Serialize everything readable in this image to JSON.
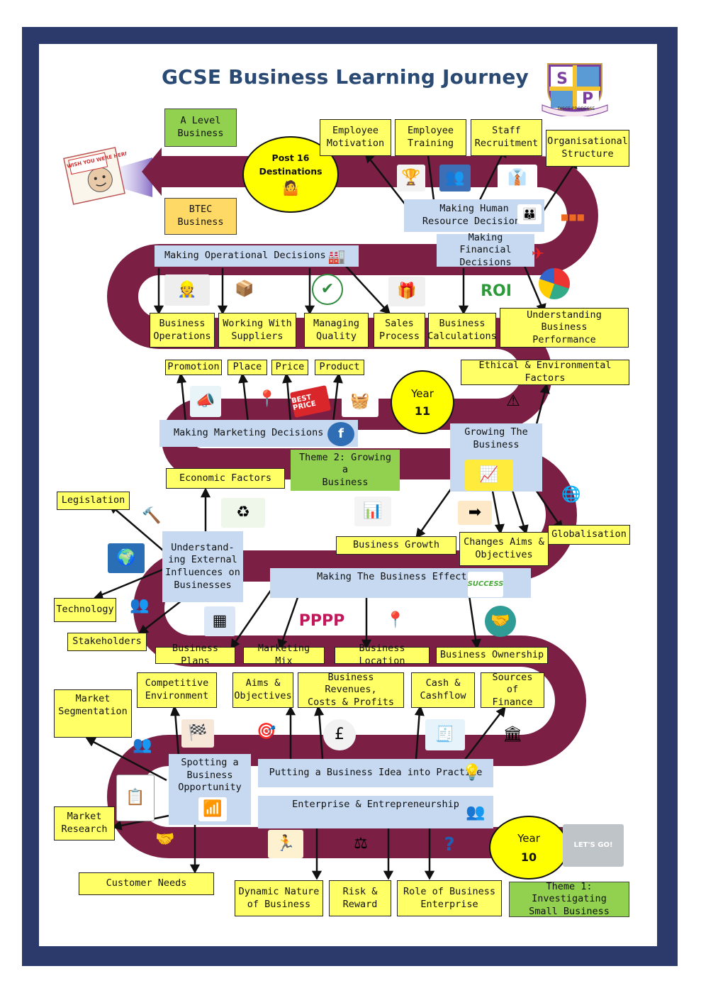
{
  "title": "GCSE Business Learning Journey",
  "logo": {
    "letters": [
      "S",
      "P"
    ],
    "motto": "DISCE PRODESSE"
  },
  "postcard": {
    "text": "WISH YOU WERE HERE"
  },
  "circles": {
    "post16": {
      "line1": "Post 16",
      "line2": "Destinations"
    },
    "year11": {
      "line1": "Year",
      "line2": "11"
    },
    "year10": {
      "line1": "Year",
      "line2": "10"
    }
  },
  "destinations": {
    "a_level": "A Level\nBusiness",
    "btec": "BTEC\nBusiness"
  },
  "themes": {
    "theme1": "Theme 1: Investigating\nSmall Business",
    "theme2": "Theme 2: Growing a\nBusiness"
  },
  "sections": {
    "hr": "Making Human\nResource Decisions",
    "financial": "Making Financial\nDecisions",
    "operational": "Making Operational Decisions",
    "marketing": "Making Marketing Decisions",
    "growing": "Growing The\nBusiness",
    "external": "Understand-\ning External\nInfluences on\nBusinesses",
    "effective": "Making The Business Effective",
    "spotting": "Spotting a\nBusiness\nOpportunity",
    "putting": "Putting a Business Idea into Practice",
    "enterprise": "Enterprise & Entrepreneurship"
  },
  "topics": {
    "employee_motivation": "Employee\nMotivation",
    "employee_training": "Employee\nTraining",
    "staff_recruitment": "Staff\nRecruitment",
    "organisational_structure": "Organisational\nStructure",
    "business_operations": "Business\nOperations",
    "working_with_suppliers": "Working With\nSuppliers",
    "managing_quality": "Managing\nQuality",
    "sales_process": "Sales\nProcess",
    "business_calculations": "Business\nCalculations",
    "understanding_performance": "Understanding Business\nPerformance",
    "promotion": "Promotion",
    "place": "Place",
    "price": "Price",
    "product": "Product",
    "ethical": "Ethical & Environmental Factors",
    "economic": "Economic  Factors",
    "legislation": "Legislation",
    "technology": "Technology",
    "stakeholders": "Stakeholders",
    "business_growth": "Business Growth",
    "changes_aims": "Changes Aims &\nObjectives",
    "globalisation": "Globalisation",
    "business_plans": "Business Plans",
    "marketing_mix": "Marketing Mix",
    "business_location": "Business Location",
    "business_ownership": "Business Ownership",
    "competitive_environment": "Competitive\nEnvironment",
    "aims_objectives": "Aims &\nObjectives",
    "revenues": "Business Revenues,\nCosts & Profits",
    "cash": "Cash &\nCashflow",
    "sources": "Sources of\nFinance",
    "market_segmentation": "Market\nSegmentation",
    "market_research": "Market\nResearch",
    "customer_needs": "Customer Needs",
    "dynamic_nature": "Dynamic Nature\nof Business",
    "risk_reward": "Risk &\nReward",
    "role_enterprise": "Role of Business\nEnterprise"
  },
  "icon_labels": {
    "roi": "ROI",
    "success": "SUCCESS",
    "best_price": "BEST PRICE",
    "lets_go": "LET'S GO!",
    "pppp": "PPPP"
  },
  "colors": {
    "road": "#7b1f45",
    "frame": "#2c3a6b",
    "title": "#2a4a73",
    "topic_box": "#ffff66",
    "section_box": "#c6d9f1",
    "theme_box": "#92d050",
    "circle": "#ffff00"
  }
}
